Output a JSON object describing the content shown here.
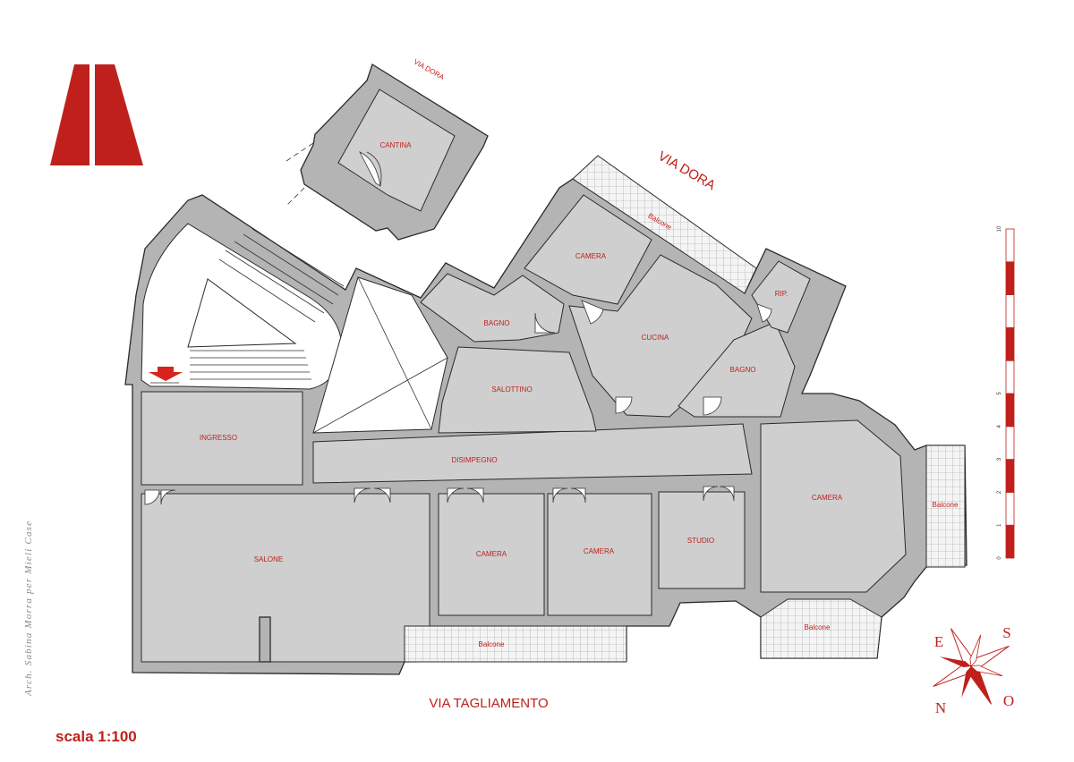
{
  "plan": {
    "rooms": {
      "ingresso": "INGRESSO",
      "disimpegno": "DISIMPEGNO",
      "salone": "SALONE",
      "salottino": "SALOTTINO",
      "bagno_1": "BAGNO",
      "bagno_2": "BAGNO",
      "cucina": "CUCINA",
      "camera_top": "CAMERA",
      "camera_mid_1": "CAMERA",
      "camera_mid_2": "CAMERA",
      "camera_right": "CAMERA",
      "studio": "STUDIO",
      "ripostiglio": "RIP.",
      "cantina": "CANTINA"
    },
    "balconies": {
      "top": "Balcone",
      "bottom": "Balcone",
      "right": "Balcone",
      "bottom_right": "Balcone"
    },
    "streets": {
      "via_dora_small": "VIA DORA",
      "via_dora": "VIA DORA",
      "via_tagliamento": "VIA TAGLIAMENTO"
    }
  },
  "credit": "Arch. Sabina Morra per Mieli Case",
  "scale": {
    "label": "scala 1:100",
    "ticks": [
      "0",
      "1",
      "2",
      "3",
      "4",
      "5",
      "10"
    ]
  },
  "compass": {
    "letters": [
      "S",
      "O",
      "N",
      "E"
    ]
  },
  "colors": {
    "accent": "#c0201b",
    "room_fill": "#cfcfcf",
    "wall_fill": "#b4b4b4"
  },
  "icons": {
    "logo": "company-logo-icon",
    "entry": "entry-arrow-icon",
    "compass": "compass-rose-icon"
  }
}
